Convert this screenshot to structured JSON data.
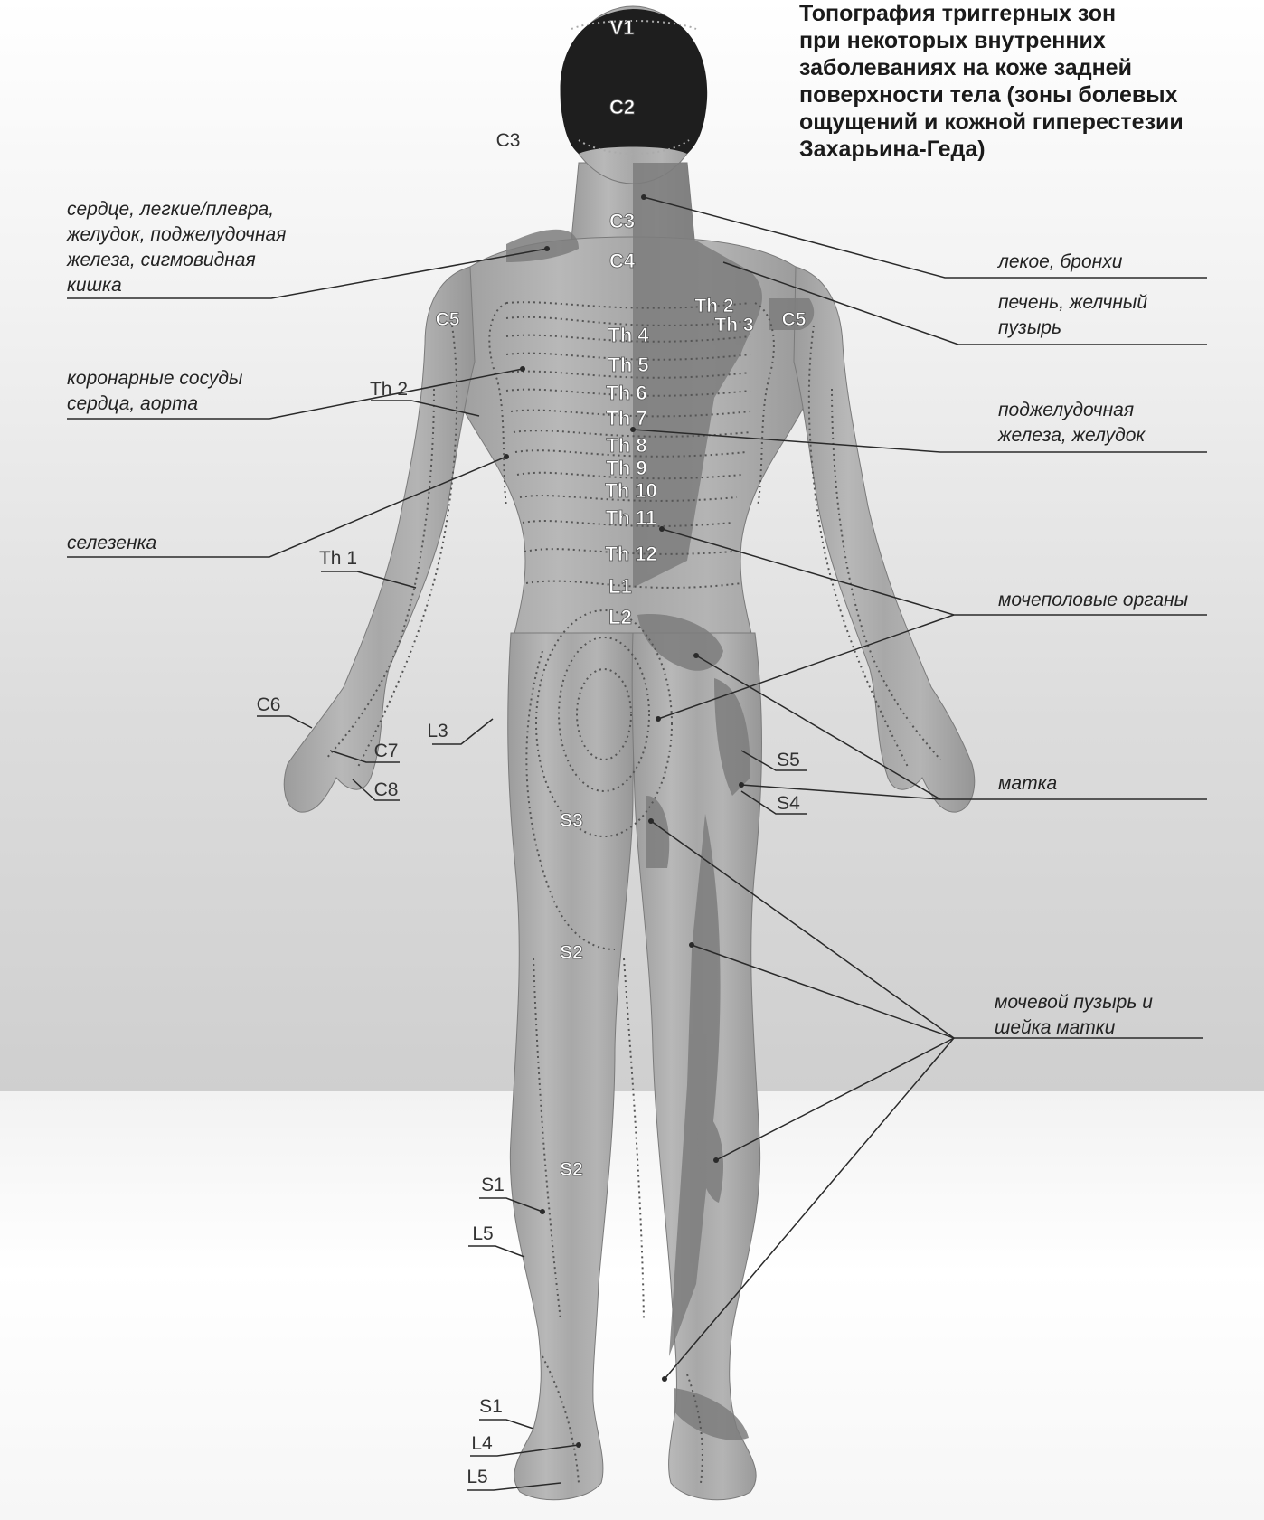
{
  "title": "Топография триггерных зон\nпри некоторых внутренних\nзаболеваниях на коже задней\nповерхности тела (зоны болевых\nощущений и кожной гиперестезии\nЗахарьина-Геда)",
  "organ_labels": {
    "heart_lungs": "сердце, легкие/плевра,\nжелудок, поджелудочная\nжелеза, сигмовидная\nкишка",
    "coronary": "коронарные сосуды\nсердца, аорта",
    "spleen": "селезенка",
    "lungs_bronchi": "лекое, бронхи",
    "liver": "печень, желчный\nпузырь",
    "pancreas": "поджелудочная\nжелеза, желудок",
    "urogenital": "мочеполовые органы",
    "uterus": "матка",
    "bladder": "мочевой пузырь и\nшейка матки"
  },
  "spine_labels": {
    "V1": "V1",
    "C2": "C2",
    "C3": "C3",
    "C4": "C4",
    "Th4": "Th 4",
    "Th5": "Th 5",
    "Th6": "Th 6",
    "Th7": "Th 7",
    "Th8": "Th 8",
    "Th9": "Th 9",
    "Th10": "Th 10",
    "Th11": "Th 11",
    "Th12": "Th 12",
    "L1": "L1",
    "L2": "L2"
  },
  "side_labels": {
    "C3_head": "C3",
    "C5_left": "C5",
    "C5_right": "C5",
    "Th2_right": "Th 2",
    "Th3_right": "Th 3",
    "Th2_left": "Th 2",
    "Th1_left": "Th 1",
    "C6": "C6",
    "C7": "C7",
    "C8": "C8",
    "L3": "L3",
    "S5": "S5",
    "S4": "S4",
    "S3": "S3",
    "S2_thigh": "S2",
    "S2_calf": "S2",
    "S1_calf": "S1",
    "L5_calf": "L5",
    "S1_foot": "S1",
    "L4_foot": "L4",
    "L5_foot": "L5"
  },
  "colors": {
    "skin": "#b0b0b0",
    "skin_dark": "#8e8e8e",
    "zone": "#7c7c7c",
    "hair": "#1e1e1e",
    "line": "#2a2a2a",
    "spine_text": "#ffffff"
  }
}
